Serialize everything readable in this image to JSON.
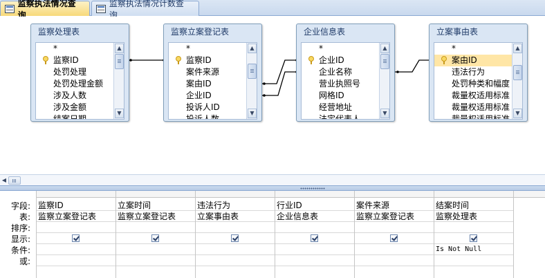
{
  "tabs": [
    {
      "label": "监察执法情况查询",
      "active": true
    },
    {
      "label": "监察执法情况计数查询",
      "active": false
    }
  ],
  "tables": [
    {
      "title": "监察处理表",
      "fields": [
        "*",
        "监察ID",
        "处罚处理",
        "处罚处理金额",
        "涉及人数",
        "涉及金额",
        "结案日期"
      ],
      "key_field": "监察ID",
      "selected_field": ""
    },
    {
      "title": "监察立案登记表",
      "fields": [
        "*",
        "监察ID",
        "案件来源",
        "案由ID",
        "企业ID",
        "投诉人ID",
        "投诉人数"
      ],
      "key_field": "监察ID",
      "selected_field": ""
    },
    {
      "title": "企业信息表",
      "fields": [
        "*",
        "企业ID",
        "企业名称",
        "营业执照号",
        "网格ID",
        "经营地址",
        "法定代表人"
      ],
      "key_field": "企业ID",
      "selected_field": ""
    },
    {
      "title": "立案事由表",
      "fields": [
        "*",
        "案由ID",
        "违法行为",
        "处罚种类和幅度",
        "裁量权适用标准",
        "裁量权适用标准",
        "裁量权适用标准"
      ],
      "key_field": "案由ID",
      "selected_field": "案由ID"
    }
  ],
  "grid": {
    "row_labels": [
      "字段:",
      "表:",
      "排序:",
      "显示:",
      "条件:",
      "或:"
    ],
    "columns": [
      {
        "field": "监察ID",
        "table": "监察立案登记表",
        "sort": "",
        "show": true,
        "criteria": "",
        "or": ""
      },
      {
        "field": "立案时间",
        "table": "监察立案登记表",
        "sort": "",
        "show": true,
        "criteria": "",
        "or": ""
      },
      {
        "field": "违法行为",
        "table": "立案事由表",
        "sort": "",
        "show": true,
        "criteria": "",
        "or": ""
      },
      {
        "field": "行业ID",
        "table": "企业信息表",
        "sort": "",
        "show": true,
        "criteria": "",
        "or": ""
      },
      {
        "field": "案件来源",
        "table": "监察立案登记表",
        "sort": "",
        "show": true,
        "criteria": "",
        "or": ""
      },
      {
        "field": "结案时间",
        "table": "监察处理表",
        "sort": "",
        "show": true,
        "criteria": "Is Not Null",
        "or": ""
      }
    ]
  }
}
